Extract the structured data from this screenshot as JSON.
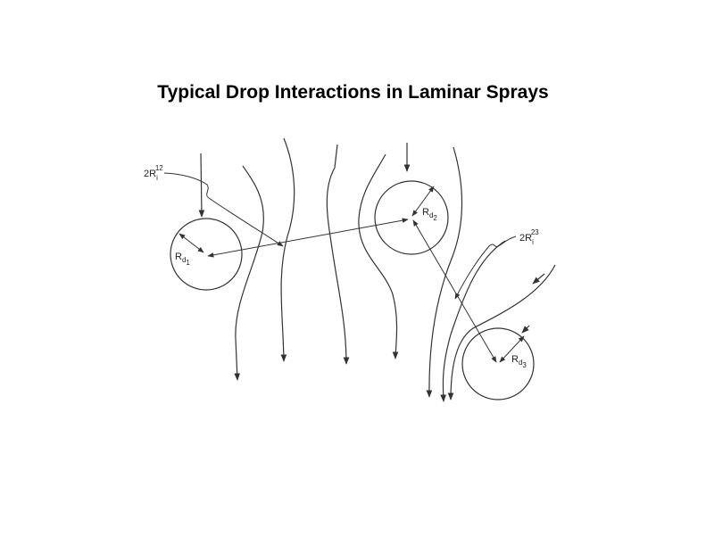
{
  "title": "Typical Drop Interactions in Laminar Sprays",
  "labels": {
    "interdrop_12": {
      "main": "2R",
      "sub": "i",
      "sup": "12"
    },
    "interdrop_23": {
      "main": "2R",
      "sub": "i",
      "sup": "23"
    },
    "radius_1": {
      "main": "R",
      "sub": "d",
      "subsub": "1"
    },
    "radius_2": {
      "main": "R",
      "sub": "d",
      "subsub": "2"
    },
    "radius_3": {
      "main": "R",
      "sub": "d",
      "subsub": "3"
    }
  }
}
